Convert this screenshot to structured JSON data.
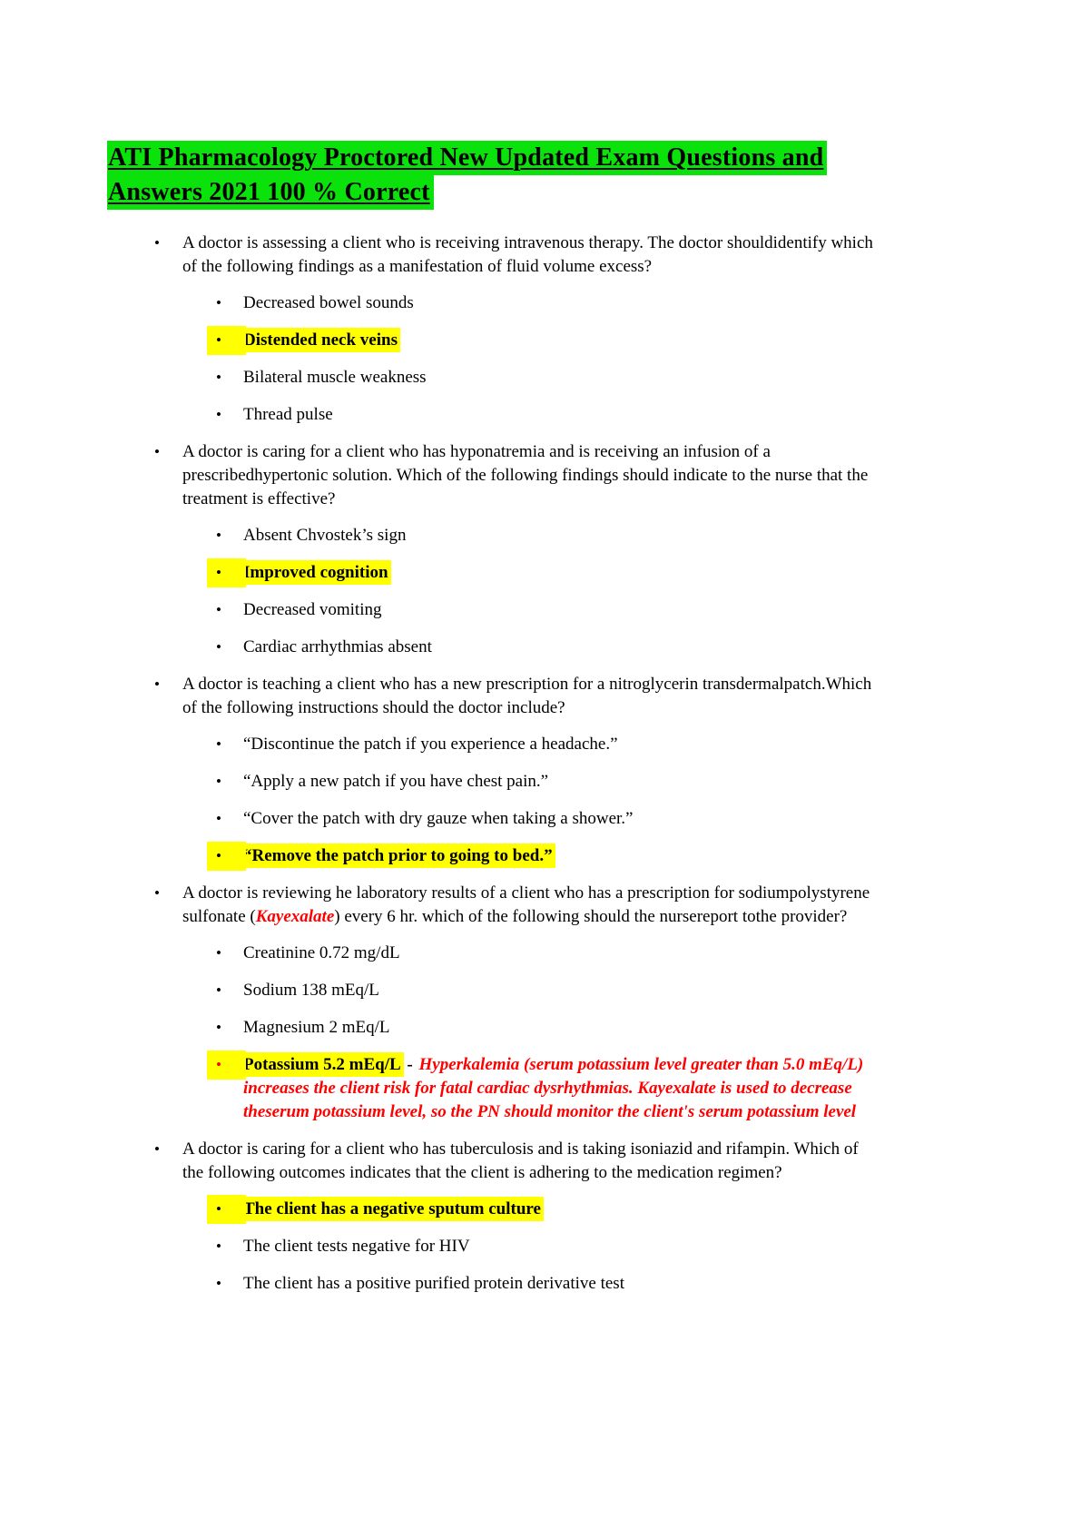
{
  "title": {
    "line1": "ATI Pharmacology Proctored New Updated Exam Questions and",
    "line2": "Answers 2021 100 % Correct"
  },
  "colors": {
    "title_highlight_green": "#0be20b",
    "answer_highlight_yellow": "#ffff00",
    "rationale_red": "#ff0000",
    "text_black": "#000000"
  },
  "glyphs": {
    "bullet": "•"
  },
  "questions": [
    {
      "parts": [
        {
          "text": "A doctor is assessing a client who is receiving intravenous therapy. The doctor shouldidentify which of the following findings as a manifestation of fluid volume excess?",
          "style": "normal"
        }
      ],
      "options": [
        {
          "text": "Decreased bowel sounds",
          "highlight": false
        },
        {
          "text": "Distended neck veins",
          "highlight": true
        },
        {
          "text": "Bilateral muscle weakness",
          "highlight": false
        },
        {
          "text": "Thread pulse",
          "highlight": false
        }
      ]
    },
    {
      "parts": [
        {
          "text": "A doctor is caring for a client who has hyponatremia and is receiving an infusion of a prescribedhypertonic solution. Which of the following findings should indicate to the nurse that the treatment is effective?",
          "style": "normal"
        }
      ],
      "options": [
        {
          "text": "Absent Chvostek’s sign",
          "highlight": false
        },
        {
          "text": "Improved cognition",
          "highlight": true
        },
        {
          "text": "Decreased vomiting",
          "highlight": false
        },
        {
          "text": "Cardiac arrhythmias absent",
          "highlight": false
        }
      ]
    },
    {
      "parts": [
        {
          "text": "A doctor is teaching a client who has a new prescription for a nitroglycerin transdermalpatch.Which of the following instructions should the doctor include?",
          "style": "normal"
        }
      ],
      "options": [
        {
          "text": "“Discontinue the patch if you experience a headache.”",
          "highlight": false
        },
        {
          "text": "“Apply a new patch if you have chest pain.”",
          "highlight": false
        },
        {
          "text": "“Cover the patch with dry gauze when taking a shower.”",
          "highlight": false
        },
        {
          "text": "“Remove the patch prior to going to bed.”",
          "highlight": true
        }
      ]
    },
    {
      "parts": [
        {
          "text": "A doctor is reviewing he laboratory results of a client who has a prescription for sodiumpolystyrene sulfonate (",
          "style": "normal"
        },
        {
          "text": "Kayexalate",
          "style": "red-italic"
        },
        {
          "text": ") every 6 hr. which of the following should the nursereport tothe provider?",
          "style": "normal"
        }
      ],
      "options": [
        {
          "text": "Creatinine 0.72 mg/dL",
          "highlight": false
        },
        {
          "text": "Sodium 138 mEq/L",
          "highlight": false
        },
        {
          "text": "Magnesium 2 mEq/L",
          "highlight": false
        },
        {
          "text": "Potassium 5.2 mEq/L",
          "highlight": true,
          "bullet_color": "red",
          "note_separator": " - ",
          "note": "Hyperkalemia (serum potassium level greater than 5.0 mEq/L) increases the client risk for fatal cardiac dysrhythmias. Kayexalate is used to decrease theserum potassium level, so the PN should monitor the client's serum potassium level"
        }
      ]
    },
    {
      "parts": [
        {
          "text": "A doctor is caring for a client who has tuberculosis and is taking isoniazid and rifampin. Which of the following outcomes indicates that the client is adhering to the medication regimen?",
          "style": "normal"
        }
      ],
      "options": [
        {
          "text": "The client has a negative sputum culture",
          "highlight": true
        },
        {
          "text": "The client tests negative for HIV",
          "highlight": false
        },
        {
          "text": "The client has a positive purified protein derivative test",
          "highlight": false
        }
      ]
    }
  ]
}
